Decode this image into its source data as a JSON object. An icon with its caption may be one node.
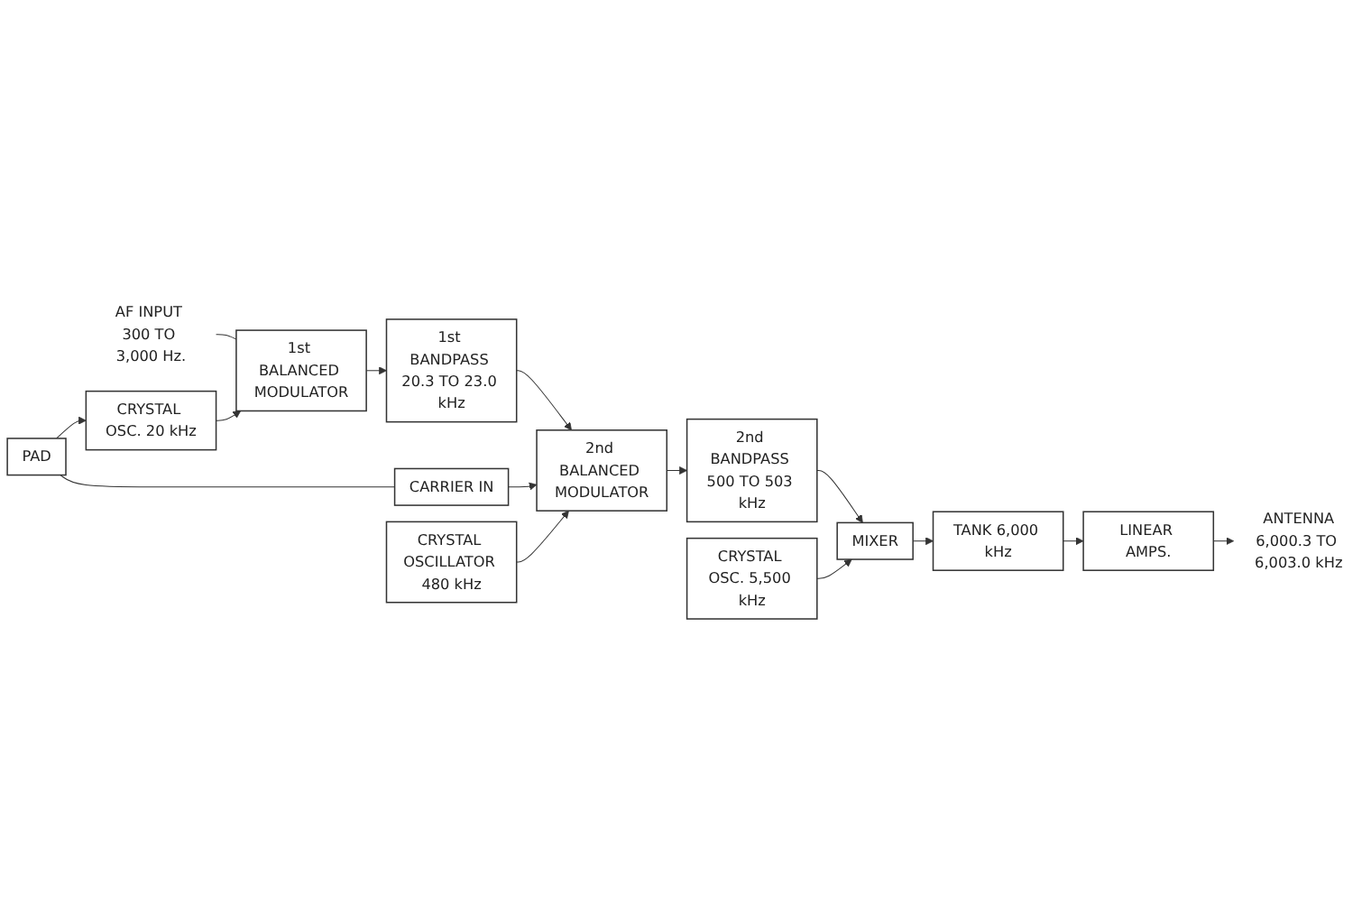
{
  "diagram": {
    "nodes": [
      {
        "text": [
          "AF INPUT 300 TO 3,000 Hz."
        ]
      },
      {
        "text": [
          "1st BALANCED MODULATOR"
        ]
      },
      {
        "text": [
          "1st BANDPASS 20.3 TO 23.0 kHz"
        ]
      },
      {
        "text": [
          "2nd BALANCED MODULATOR"
        ]
      },
      {
        "text": [
          "2nd BANDPASS 500 TO 503 kHz"
        ]
      },
      {
        "text": [
          "CRYSTAL OSC. 20 kHz"
        ]
      },
      {
        "text": [
          "PAD"
        ]
      },
      {
        "text": [
          "CARRIER IN"
        ]
      },
      {
        "text": [
          "CRYSTAL OSCILLATOR 480 kHz"
        ]
      },
      {
        "text": [
          "MIXER"
        ]
      },
      {
        "text": [
          "LINEAR AMPS."
        ]
      },
      {
        "text": [
          "TANK 6,000 kHz"
        ]
      },
      {
        "text": [
          "CRYSTAL OSC. 5,500 kHz"
        ]
      },
      {
        "text": [
          "ANTENNA",
          "6,000.3 TO 6,003.0 kHz"
        ]
      }
    ],
    "edges": [
      {
        "from": 0,
        "to": 1,
        "arrow": "none"
      },
      {
        "from": 1,
        "to": 2,
        "arrow": "to"
      },
      {
        "from": 2,
        "to": 3,
        "arrow": "to"
      },
      {
        "from": 3,
        "to": 4,
        "arrow": "to"
      },
      {
        "from": 5,
        "to": 1,
        "arrow": "to"
      },
      {
        "from": 6,
        "to": 5,
        "arrow": "to"
      },
      {
        "from": 6,
        "to": 7,
        "arrow": "none"
      },
      {
        "from": 7,
        "to": 3,
        "arrow": "to"
      },
      {
        "from": 8,
        "to": 3,
        "arrow": "to"
      },
      {
        "from": 4,
        "to": 9,
        "arrow": "to"
      },
      {
        "from": 12,
        "to": 9,
        "arrow": "to"
      },
      {
        "from": 9,
        "to": 11,
        "arrow": "to"
      },
      {
        "from": 11,
        "to": 10,
        "arrow": "to"
      },
      {
        "from": 10,
        "to": 13,
        "arrow": "to"
      }
    ]
  }
}
